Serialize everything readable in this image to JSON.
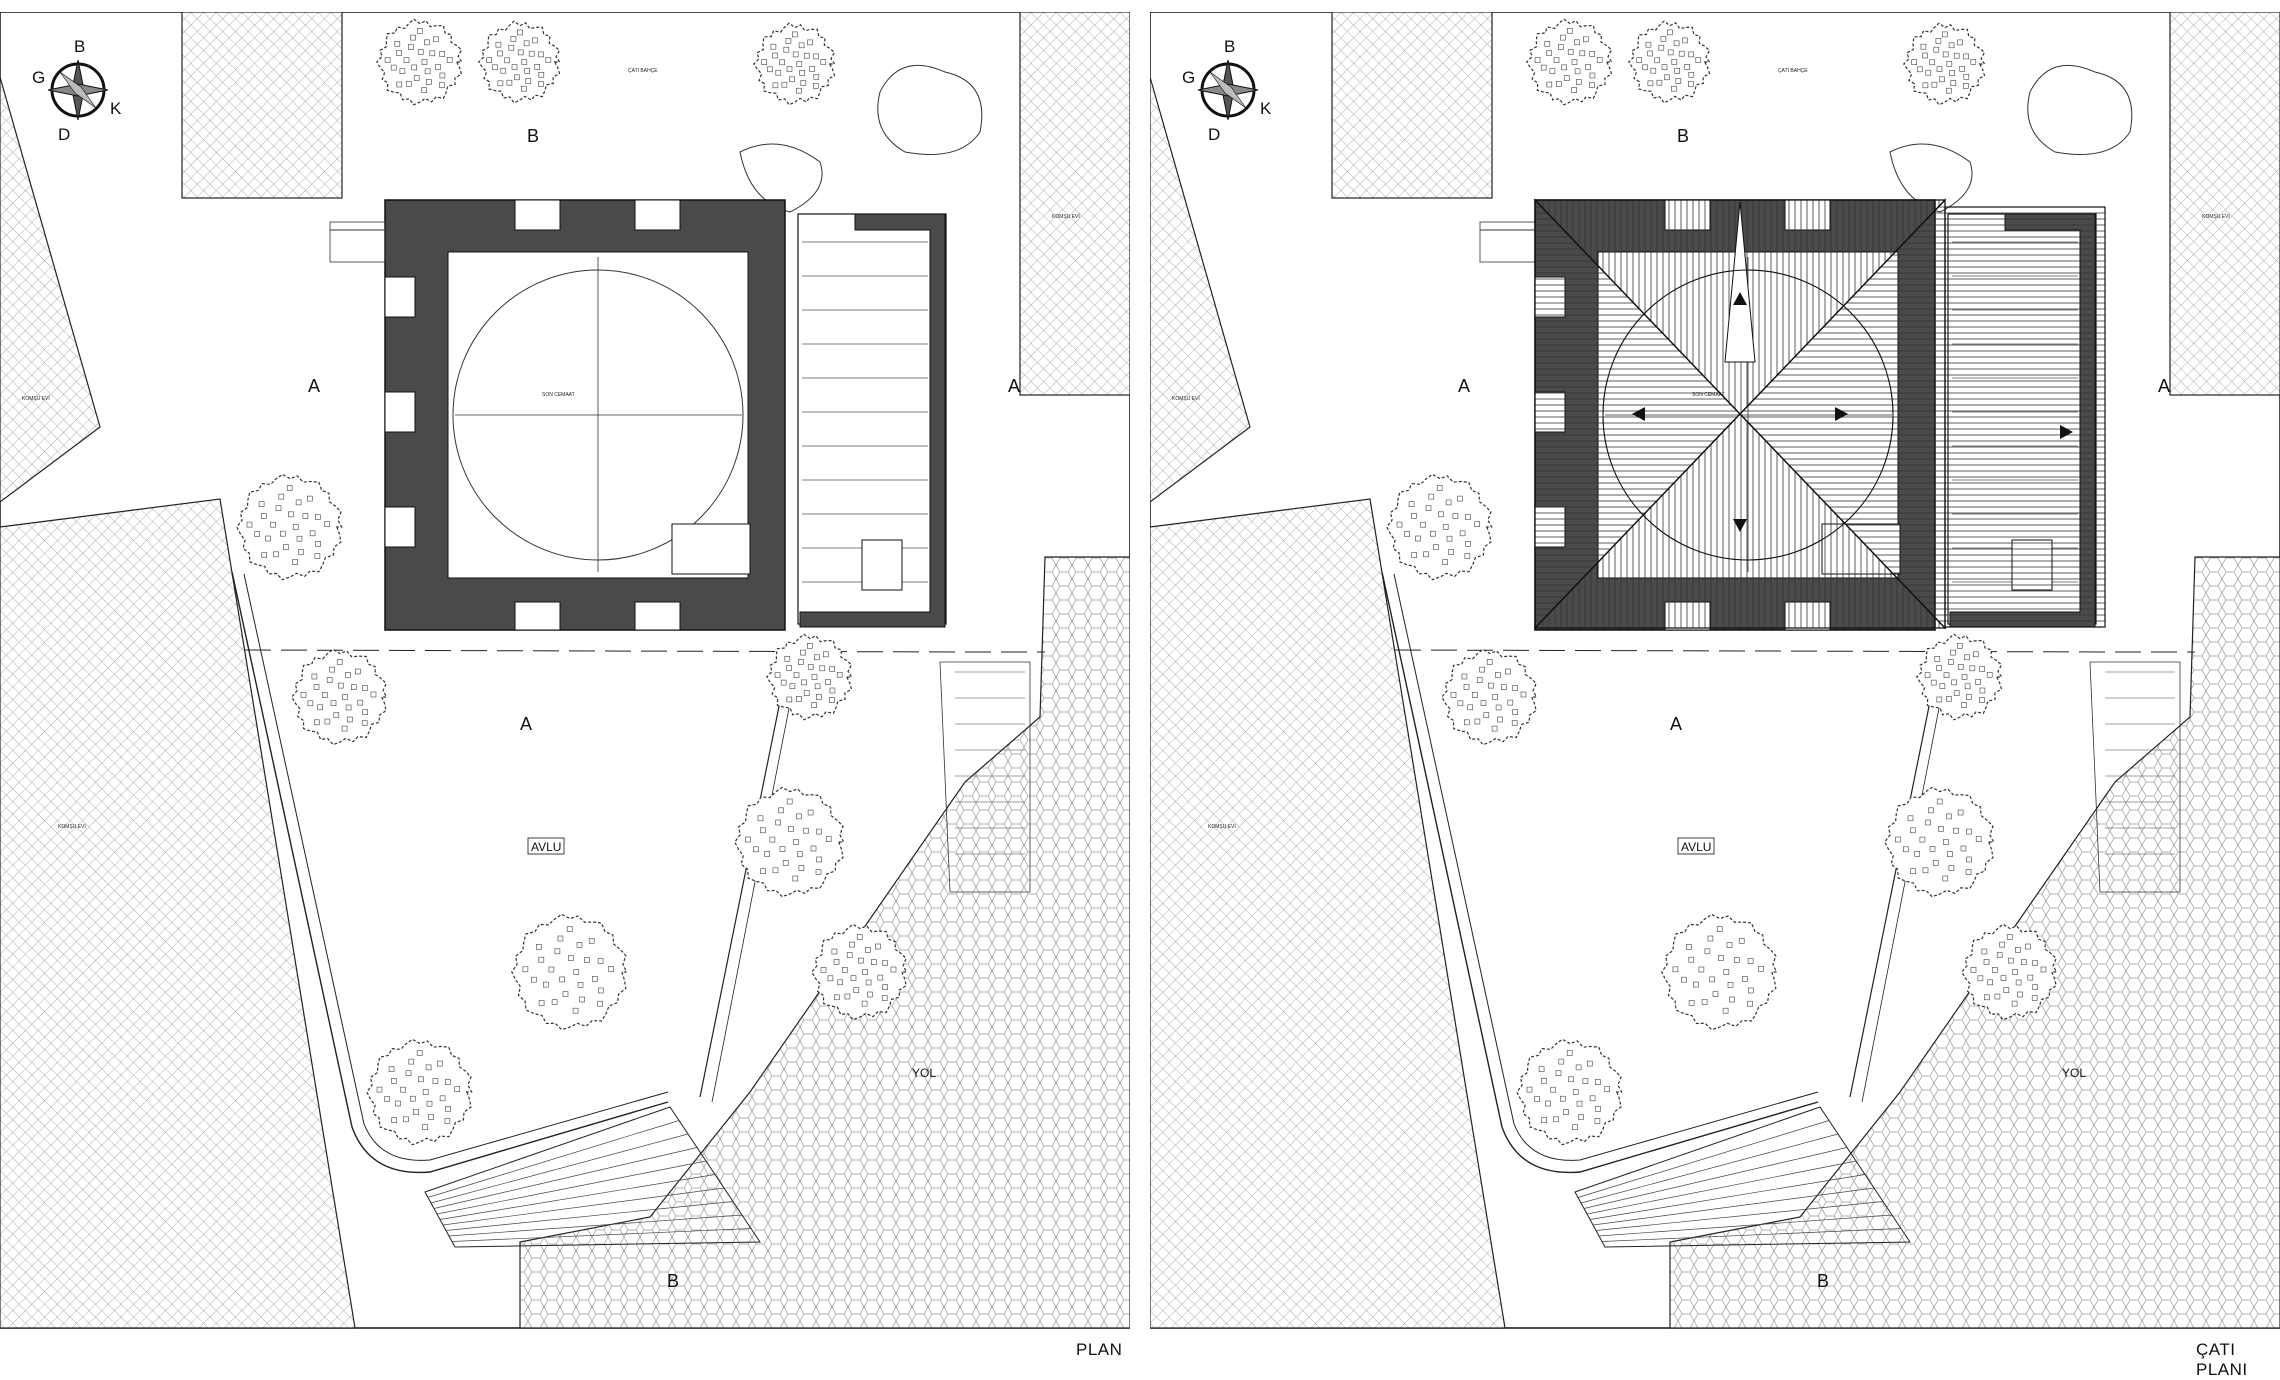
{
  "sheets": [
    {
      "caption": "PLAN",
      "compass": {
        "north": "B",
        "west": "G",
        "east": "K",
        "south": "D"
      },
      "area_labels": {
        "a_left": "A",
        "a_right": "A",
        "a_courtyard": "A",
        "b_top": "B",
        "b_bottom": "B"
      },
      "courtyard_label": "AVLU",
      "road_label": "YOL",
      "show_roof": false
    },
    {
      "caption": "ÇATI PLANI",
      "compass": {
        "north": "B",
        "west": "G",
        "east": "K",
        "south": "D"
      },
      "area_labels": {
        "a_left": "A",
        "a_right": "A",
        "a_courtyard": "A",
        "b_top": "B",
        "b_bottom": "B"
      },
      "courtyard_label": "AVLU",
      "road_label": "YOL",
      "show_roof": true
    }
  ],
  "colors": {
    "wall": "#4a4a4a",
    "line": "#222222",
    "hatch": "#9a9a9a"
  }
}
